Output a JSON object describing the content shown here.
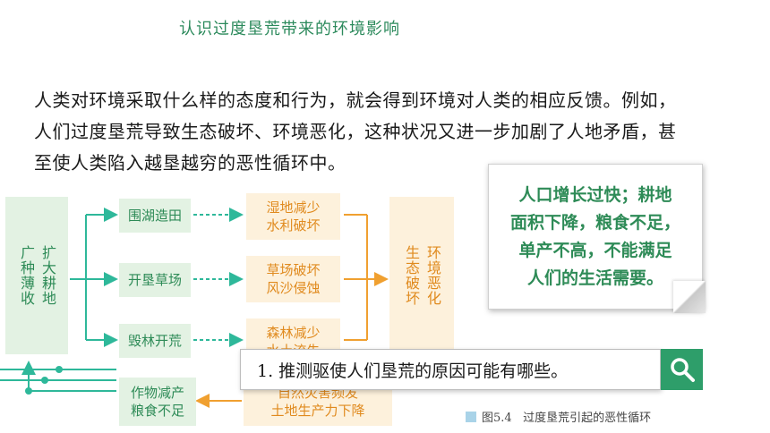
{
  "title": "认识过度垦荒带来的环境影响",
  "paragraph": [
    "人类对环境采取什么样的态度和行为，就会得到环境对人类的相应反馈。例如，",
    "人们过度垦荒导致生态破坏、环境恶化，这种状况又进一步加剧了人地矛盾，甚",
    "至使人类陷入越垦越穷的恶性循环中。"
  ],
  "diagram": {
    "left_col_1": "广种薄收",
    "left_col_2": "扩大耕地",
    "actions": [
      "围湖造田",
      "开垦草场",
      "毁林开荒"
    ],
    "effects": [
      [
        "湿地减少",
        "水利破坏"
      ],
      [
        "草场破坏",
        "风沙侵蚀"
      ],
      [
        "森林减少",
        "水土流失"
      ]
    ],
    "right_col_1": "生态破坏",
    "right_col_2": "环境恶化",
    "bottom_left": [
      "作物减产",
      "粮食不足"
    ],
    "bottom_mid": [
      "自然灾害频发",
      "土地生产力下降"
    ],
    "colors": {
      "green": "#2e8b57",
      "orange": "#e08a1e",
      "green_bg": "#e3f2e3",
      "orange_bg": "#fdf1dc"
    }
  },
  "bubble": [
    "人口增长过快；耕地",
    "面积下降，粮食不足，",
    "单产不高，不能满足",
    "人们的生活需要。"
  ],
  "question": {
    "text": "1. 推测驱使人们垦荒的原因可能有哪些。",
    "button_icon": "search-icon"
  },
  "caption": "图5.4   过度垦荒引起的恶性循环"
}
